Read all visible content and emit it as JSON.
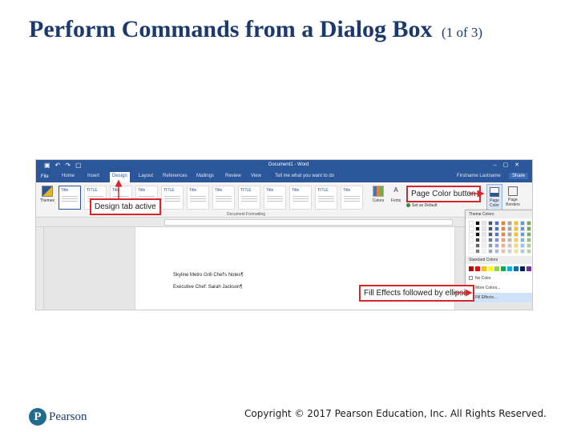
{
  "slide": {
    "title": "Perform Commands from a Dialog Box",
    "counter": "(1 of 3)",
    "copyright": "Copyright © 2017 Pearson Education, Inc. All Rights Reserved.",
    "logo_text": "Pearson",
    "logo_mark": "P"
  },
  "word": {
    "doc_title": "Document1 - Word",
    "tabs": [
      "File",
      "Home",
      "Insert",
      "Design",
      "Layout",
      "References",
      "Mailings",
      "Review",
      "View"
    ],
    "active_tab": "Design",
    "tell_me": "Tell me what you want to do",
    "sign_in": "Firstname Lastname",
    "share": "Share",
    "themes_label": "Themes",
    "colors_label": "Colors",
    "fonts_label": "Fonts",
    "set_default": "Set as Default",
    "group_label": "Document Formatting",
    "page_color_label": "Page Color",
    "page_borders_label": "Page Borders",
    "doc_line1": "Skyline Metro Grill Chef's Notes¶",
    "doc_line2": "Executive Chef: Sarah Jackson¶",
    "menu": {
      "theme_colors": "Theme Colors",
      "standard_colors": "Standard Colors",
      "no_color": "No Color",
      "more_colors": "More Colors...",
      "fill_effects": "Fill Effects..."
    }
  },
  "callouts": {
    "design": "Design tab active",
    "page_color": "Page Color button",
    "fill_effects": "Fill Effects followed by ellipsis"
  },
  "colors": {
    "title": "#1b3a6b",
    "ribbon_blue": "#2b579a",
    "callout_red": "#d6262b",
    "theme_swatches": [
      "#ffffff",
      "#000000",
      "#e7e6e6",
      "#44546a",
      "#4472c4",
      "#ed7d31",
      "#a5a5a5",
      "#ffc000",
      "#5b9bd5",
      "#70ad47"
    ],
    "standard_swatches": [
      "#c00000",
      "#ff0000",
      "#ffc000",
      "#ffff00",
      "#92d050",
      "#00b050",
      "#00b0f0",
      "#0070c0",
      "#002060",
      "#7030a0"
    ]
  }
}
